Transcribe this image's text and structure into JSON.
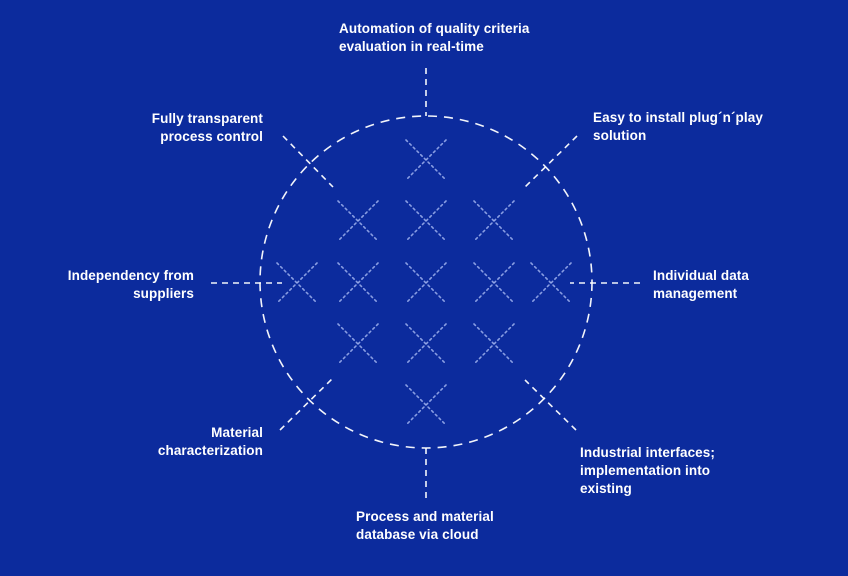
{
  "colors": {
    "background": "#0c2b9d",
    "line": "#ffffff",
    "text": "#ffffff"
  },
  "labels": {
    "top": "Automation of quality criteria\nevaluation in real-time",
    "top_right": "Easy to install plug´n´play\nsolution",
    "right": "Individual data\nmanagement",
    "bottom_right": "Industrial interfaces;\nimplementation into\nexisting",
    "bottom": "Process and material\ndatabase via cloud",
    "bottom_left": "Material\ncharacterization",
    "left": "Independency from\nsuppliers",
    "top_left": "Fully transparent\nprocess control"
  }
}
